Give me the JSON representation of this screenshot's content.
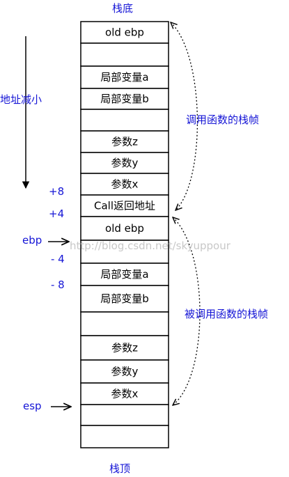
{
  "labels": {
    "top": "栈底",
    "bottom": "栈顶",
    "direction": "地址减小",
    "caller_frame": "调用函数的栈帧",
    "callee_frame": "被调用函数的栈帧",
    "watermark": "http://blog.csdn.net/skyuppour"
  },
  "offsets": {
    "plus8": "+8",
    "plus4": "+4",
    "minus4": "- 4",
    "minus8": "- 8"
  },
  "pointers": {
    "ebp": "ebp",
    "esp": "esp"
  },
  "cells": [
    "old ebp",
    "",
    "局部变量a",
    "局部变量b",
    "",
    "参数z",
    "参数y",
    "参数x",
    "Call返回地址",
    "old ebp",
    "",
    "局部变量a",
    "局部变量b",
    "",
    "参数z",
    "参数y",
    "参数x",
    "",
    ""
  ],
  "colors": {
    "accent": "#1515d6",
    "line": "#000000",
    "watermark": "#c8c8c8"
  }
}
